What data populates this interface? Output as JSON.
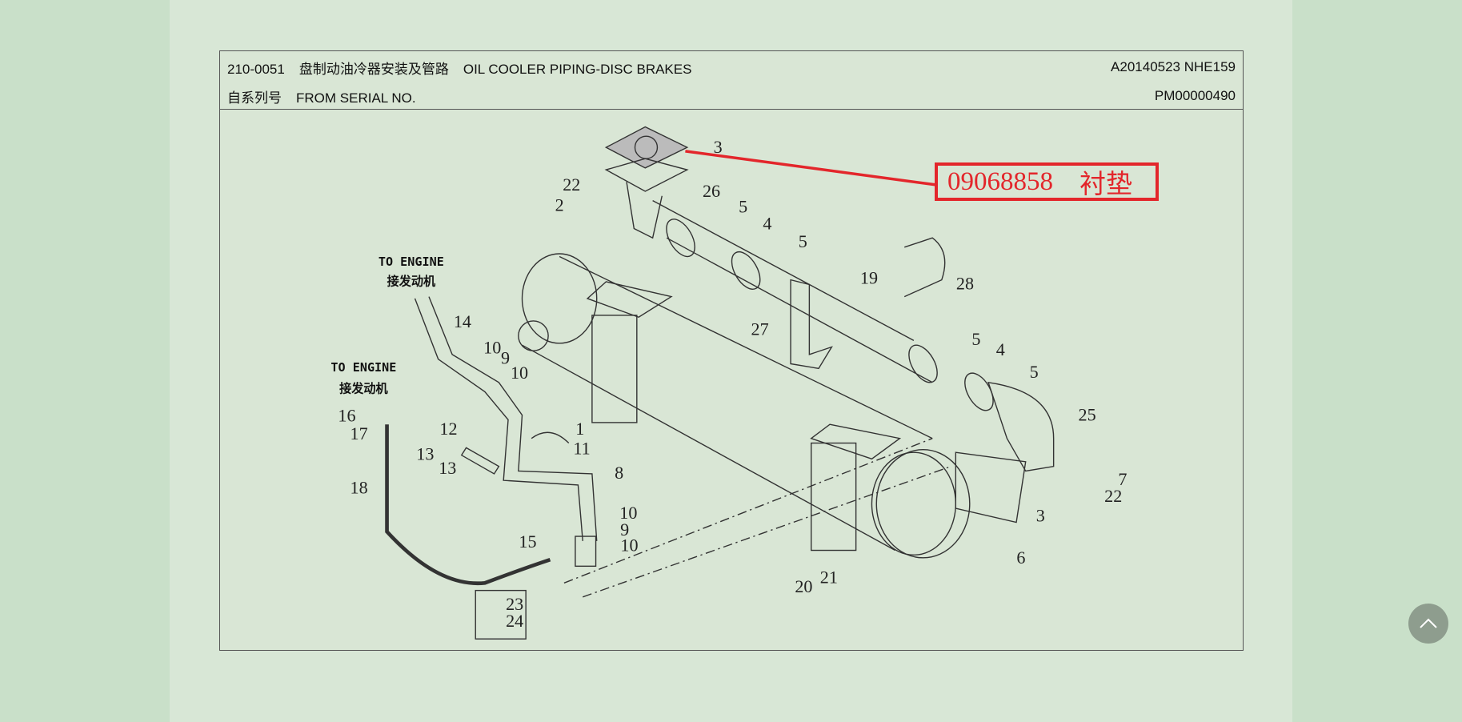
{
  "header": {
    "code": "210-0051",
    "title_cn": "盘制动油冷器安装及管路",
    "title_en": "OIL COOLER PIPING-DISC BRAKES",
    "ref": "A20140523 NHE159",
    "serial_cn": "自系列号",
    "serial_en": "FROM SERIAL NO.",
    "serial_no": "PM00000490"
  },
  "callout": {
    "part_no": "09068858",
    "name": "衬垫",
    "color": "#e3262b"
  },
  "engine_labels": [
    {
      "en": "TO ENGINE",
      "cn": "接发动机"
    },
    {
      "en": "TO ENGINE",
      "cn": "接发动机"
    }
  ],
  "part_labels": [
    "3",
    "22",
    "2",
    "26",
    "5",
    "4",
    "5",
    "19",
    "28",
    "27",
    "5",
    "4",
    "5",
    "25",
    "7",
    "22",
    "3",
    "6",
    "21",
    "20",
    "14",
    "10",
    "9",
    "10",
    "16",
    "17",
    "12",
    "1",
    "11",
    "13",
    "13",
    "8",
    "18",
    "10",
    "9",
    "10",
    "15",
    "23",
    "24"
  ],
  "scroll_top": {
    "icon": "chevron-up-icon"
  }
}
